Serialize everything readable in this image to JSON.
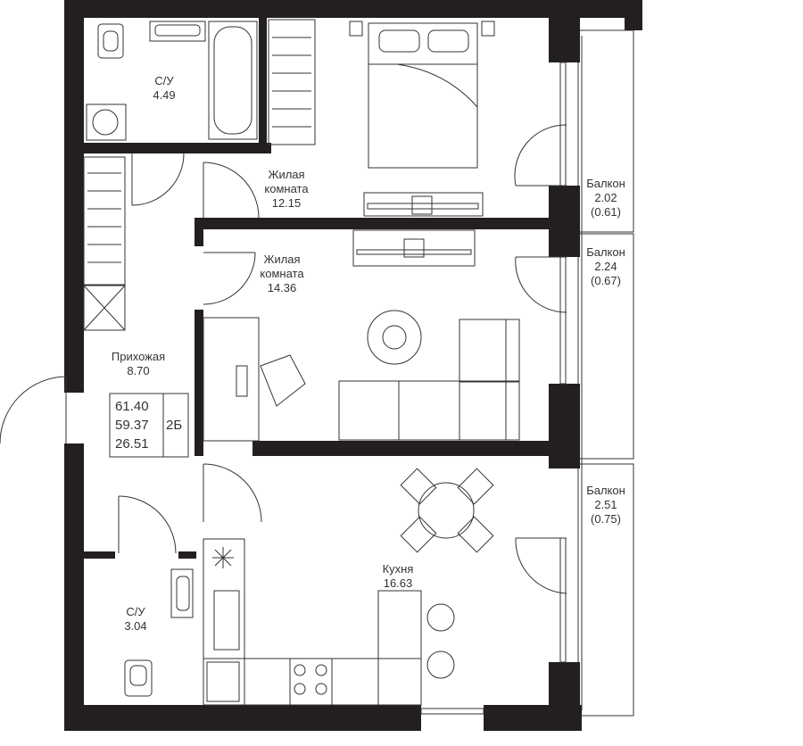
{
  "rooms": [
    {
      "id": "bath-1",
      "name": "С/У",
      "area": "4.49"
    },
    {
      "id": "bedroom-1",
      "name": "Жилая комната",
      "area": "12.15"
    },
    {
      "id": "bedroom-2",
      "name": "Жилая комната",
      "area": "14.36"
    },
    {
      "id": "hallway",
      "name": "Прихожая",
      "area": "8.70"
    },
    {
      "id": "bath-2",
      "name": "С/У",
      "area": "3.04"
    },
    {
      "id": "kitchen",
      "name": "Кухня",
      "area": "16.63"
    },
    {
      "id": "balcony-1",
      "name": "Балкон",
      "area": "2.02",
      "area_reduced": "(0.61)"
    },
    {
      "id": "balcony-2",
      "name": "Балкон",
      "area": "2.24",
      "area_reduced": "(0.67)"
    },
    {
      "id": "balcony-3",
      "name": "Балкон",
      "area": "2.51",
      "area_reduced": "(0.75)"
    }
  ],
  "summary": {
    "total_area": "61.40",
    "living_area_total": "59.37",
    "living_area": "26.51",
    "type": "2Б"
  },
  "colors": {
    "wall": "#231f20",
    "line": "#333333",
    "background": "#ffffff"
  }
}
